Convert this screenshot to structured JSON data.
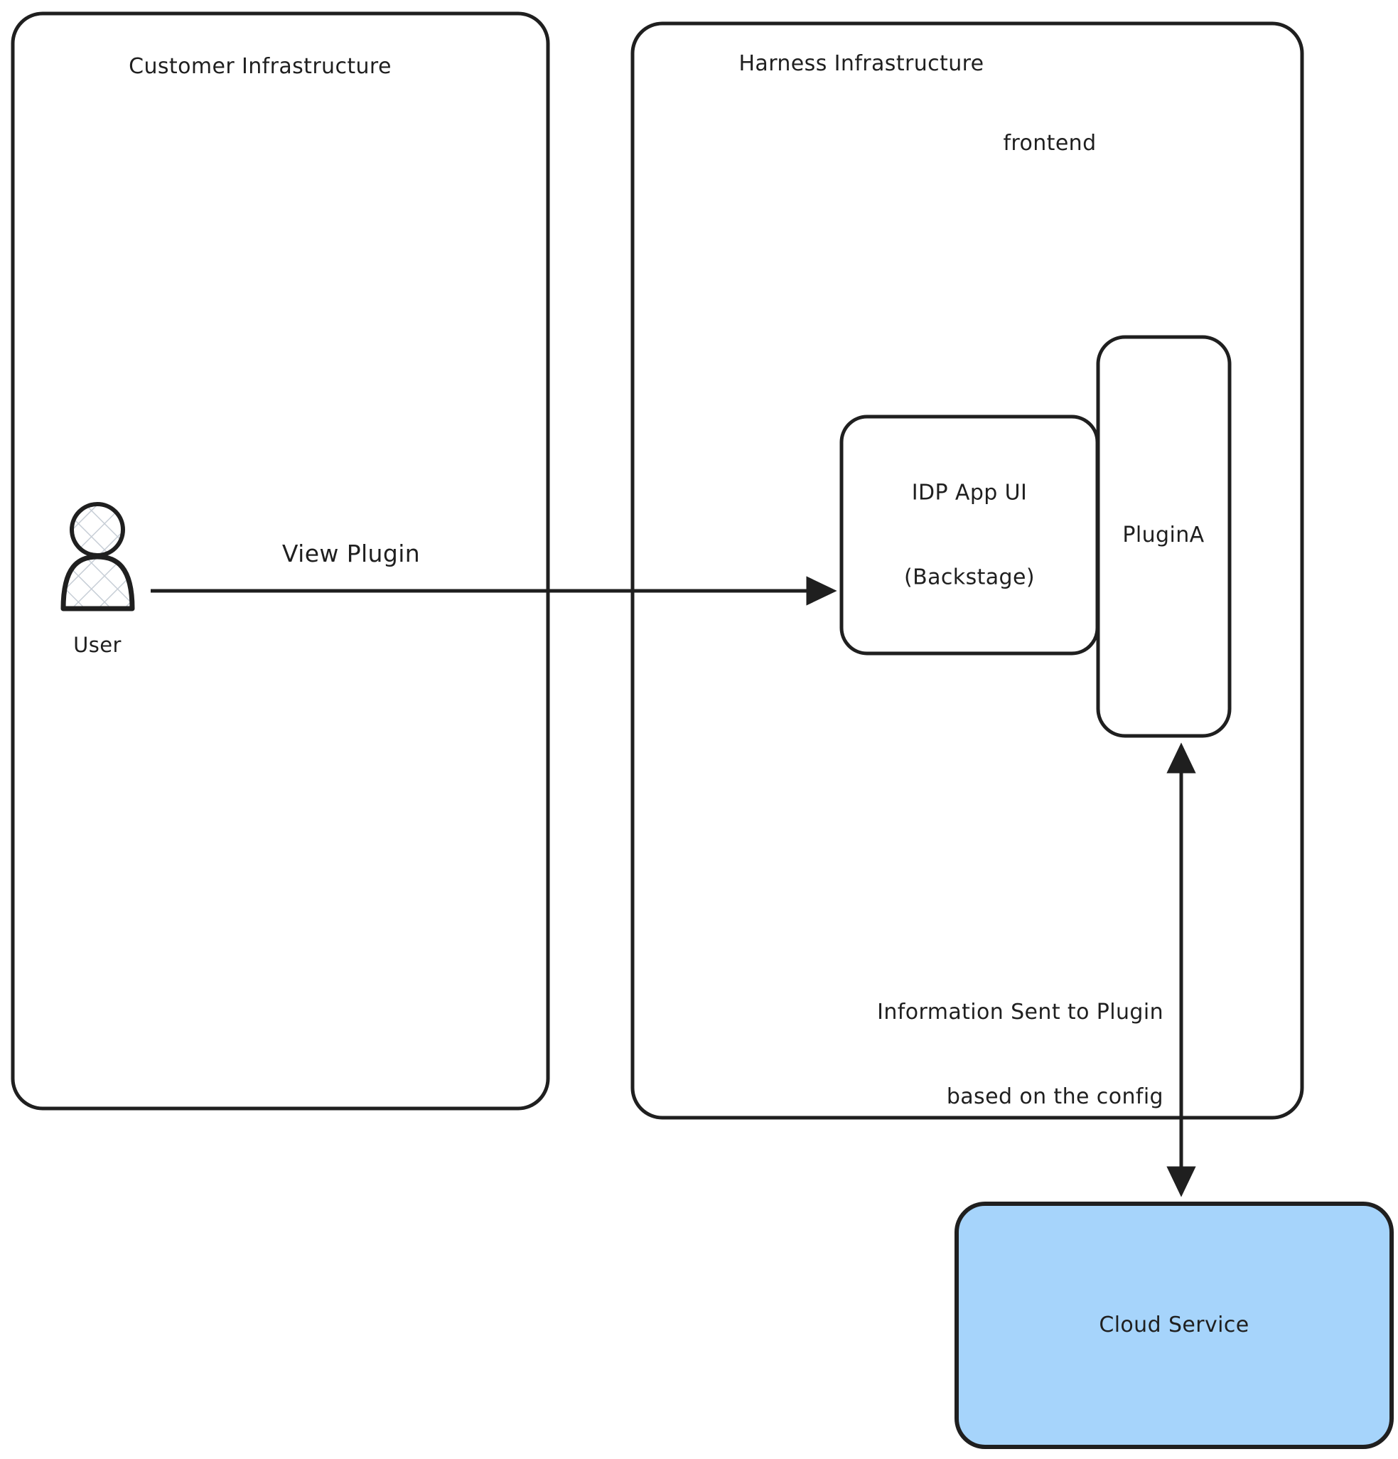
{
  "diagram": {
    "title_visible": false,
    "background_color": "#ffffff",
    "stroke_color": "#1f1f1f",
    "text_color": "#1f1f1f"
  },
  "containers": [
    {
      "id": "customer-infrastructure",
      "label": "Customer Infrastructure",
      "fill": "#ffffff",
      "stroke": "#1f1f1f"
    },
    {
      "id": "harness-infrastructure",
      "label": "Harness Infrastructure",
      "fill": "#ffffff",
      "stroke": "#1f1f1f"
    }
  ],
  "groups": [
    {
      "id": "frontend",
      "label": "frontend"
    }
  ],
  "nodes": [
    {
      "id": "user",
      "label": "User",
      "type": "actor"
    },
    {
      "id": "idp-app-ui",
      "label_line_1": "IDP App UI",
      "label_line_2": "(Backstage)",
      "fill": "#ffffff",
      "stroke": "#1f1f1f"
    },
    {
      "id": "plugin-a",
      "label": "PluginA",
      "fill": "#ffffff",
      "stroke": "#1f1f1f"
    },
    {
      "id": "cloud-service",
      "label": "Cloud Service",
      "fill": "#a6d4fb",
      "stroke": "#1f1f1f"
    }
  ],
  "edges": [
    {
      "id": "view-plugin",
      "label": "View Plugin",
      "from": "user",
      "to": "idp-app-ui",
      "direction": "one-way"
    },
    {
      "id": "info-sent-to-plugin",
      "label_line_1": "Information Sent to Plugin",
      "label_line_2": "based on the config",
      "from": "plugin-a",
      "to": "cloud-service",
      "direction": "bidirectional"
    }
  ]
}
